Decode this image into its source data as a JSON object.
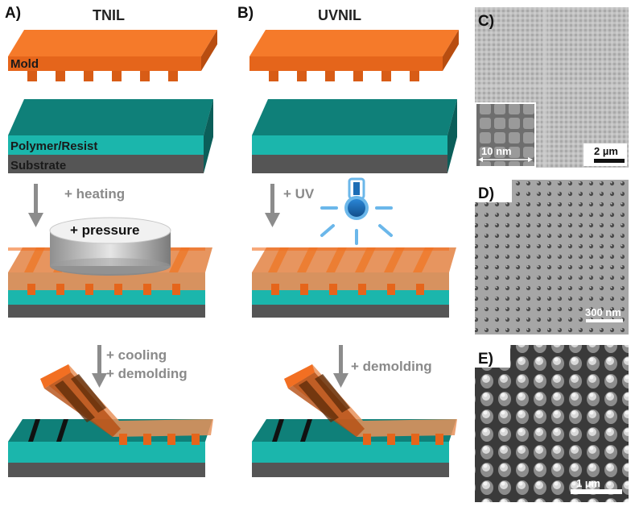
{
  "panels": {
    "a": {
      "letter": "A)",
      "title": "TNIL"
    },
    "b": {
      "letter": "B)",
      "title": "UVNIL"
    },
    "c": {
      "letter": "C)",
      "scale": "2 µm",
      "inset_scale": "10 nm"
    },
    "d": {
      "letter": "D)",
      "scale": "300 nm"
    },
    "e": {
      "letter": "E)",
      "scale": "1 µm"
    }
  },
  "labels": {
    "mold": "Mold",
    "polymer": "Polymer/Resist",
    "substrate": "Substrate",
    "pressure": "+ pressure"
  },
  "steps": {
    "heating": "+ heating",
    "uv": "+ UV",
    "cooling": "+ cooling",
    "demolding_a": "+ demolding",
    "demolding_b": "+ demolding"
  },
  "colors": {
    "mold": "#f26f22",
    "polymer_top": "#0f8079",
    "polymer_front": "#1bb6ac",
    "substrate": "#555555",
    "arrow": "#8c8c8c",
    "uv_lamp": "#1c6db5"
  }
}
